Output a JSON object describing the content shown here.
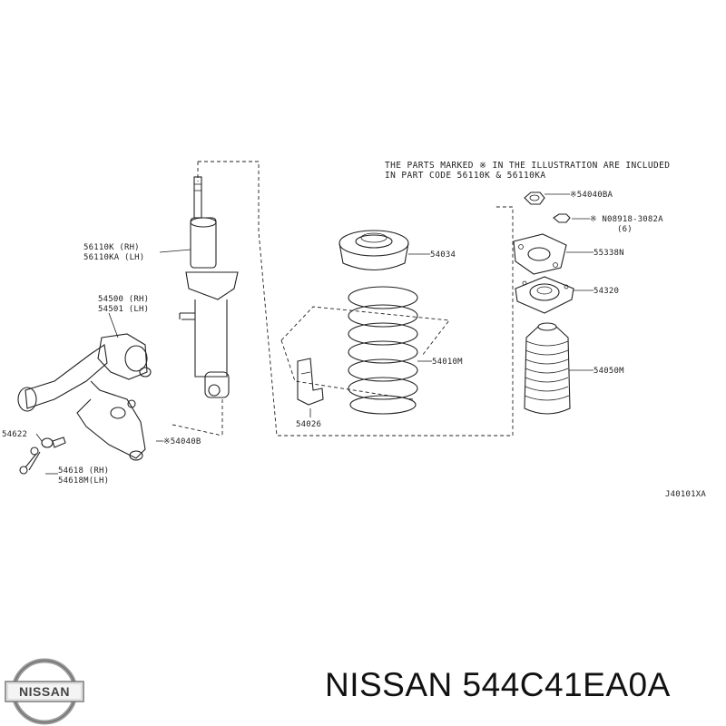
{
  "note": {
    "line1": "THE PARTS MARKED  ※  IN THE ILLUSTRATION ARE INCLUDED",
    "line2": "IN PART CODE 56110K & 56110KA"
  },
  "labels": {
    "strut_rh": "56110K (RH)",
    "strut_lh": "56110KA (LH)",
    "arm_rh": "54500 (RH)",
    "arm_lh": "54501 (LH)",
    "bushing": "54622",
    "link_rh": "54618 (RH)",
    "link_lh": "54618M(LH)",
    "bolt": "※54040B",
    "bound_bumper": "54026",
    "spring_seat": "54034",
    "coil_spring": "54010M",
    "nut": "※54040BA",
    "washer_nut": "※ N08918-3082A",
    "washer_qty": "(6)",
    "mount_plate": "55338N",
    "insulator": "54320",
    "dust_boot": "54050M",
    "figure_code": "J40101XA"
  },
  "logo": {
    "text": "NISSAN"
  },
  "footer": {
    "text": "NISSAN 544C41EA0A"
  }
}
